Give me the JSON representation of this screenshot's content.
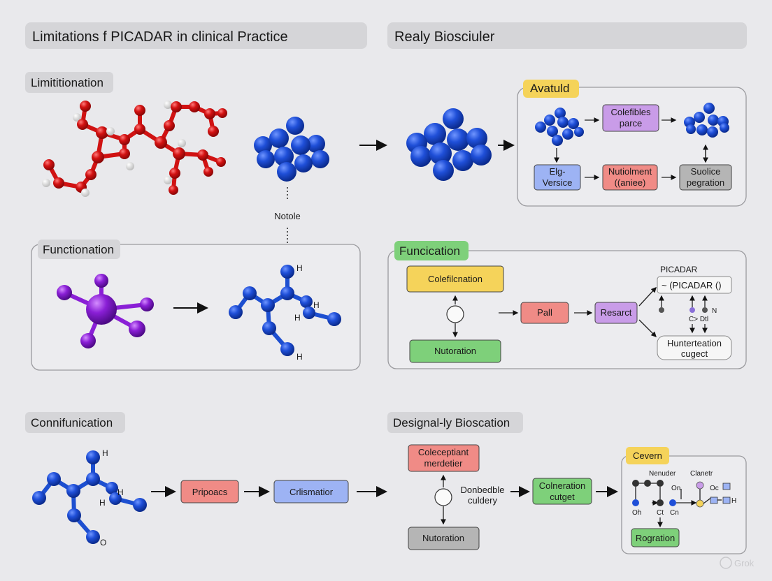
{
  "headers": {
    "top_left": "Limitations f PICADAR in clinical Practice",
    "top_right": "Realy Biosciuler"
  },
  "labels": {
    "limitation": "Limititionation",
    "functionation": "Functionation",
    "funcication": "Funcication",
    "avatuld": "Avatuld",
    "connifunication": "Connifunication",
    "designal": "Designal-ly Bioscation",
    "cevern": "Cevern",
    "notole": "Notole"
  },
  "top_panel": {
    "box1": [
      "Colefibles",
      "parce"
    ],
    "box2": [
      "Elg-",
      "Versice"
    ],
    "box3": [
      "Nutiolment",
      "((aniee)"
    ],
    "box4": [
      "Suolice",
      "pegration"
    ]
  },
  "mid_panel": {
    "box_top": "Colefilcnation",
    "box_bottom": "Nutoration",
    "box_pall": "Pall",
    "box_resarct": "Resarct",
    "picadar_title": "PICADAR",
    "picadar_box": "~ (PICADAR ()",
    "hunter": [
      "Hunterteation",
      "cugect"
    ],
    "n_label": "N",
    "co_label": "C>  Dtl"
  },
  "bottom_left": {
    "box1": "Pripoacs",
    "box2": "Crlismatior"
  },
  "bottom_right": {
    "box_top": [
      "Coleceptiant",
      "merdetier"
    ],
    "side_text": [
      "Donbedble",
      "culdery"
    ],
    "box_bottom": "Nutoration",
    "box_green": [
      "Colneration",
      "cutget"
    ],
    "cevern_panel": {
      "col1": "Nenuder",
      "col2": "Clanetr",
      "on": "On",
      "oc": "Oc",
      "ch": "Oh",
      "ct": "Ct",
      "cn": "Cn",
      "button": "Rogration"
    }
  },
  "atoms": {
    "h": "H",
    "o": "O"
  },
  "watermark": "Grok"
}
